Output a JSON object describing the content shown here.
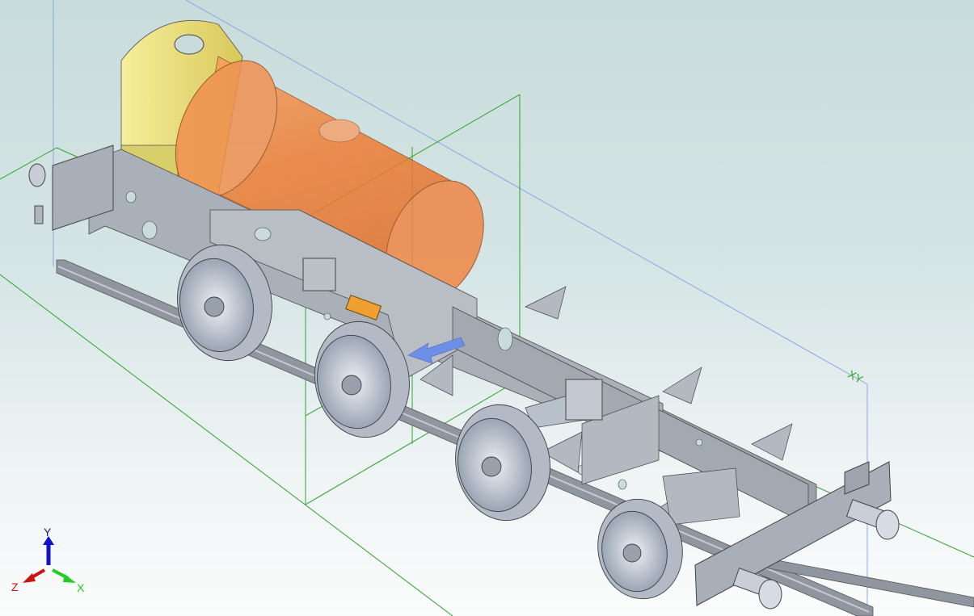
{
  "viewport": {
    "plane_label": "XY",
    "triad": {
      "x_label": "X",
      "y_label": "Y",
      "z_label": "Z"
    }
  },
  "colors": {
    "bg_top": "#c8dcdb",
    "bg_bottom": "#fbfcfc",
    "frame": "#a7adb5",
    "boiler": "#f08a40",
    "smokebox": "#f0e58a",
    "x_axis": "#22cc22",
    "y_axis": "#1010cc",
    "z_axis": "#cc1111",
    "plane_green": "#2aa52a",
    "plane_blue": "#7f9fe0"
  }
}
